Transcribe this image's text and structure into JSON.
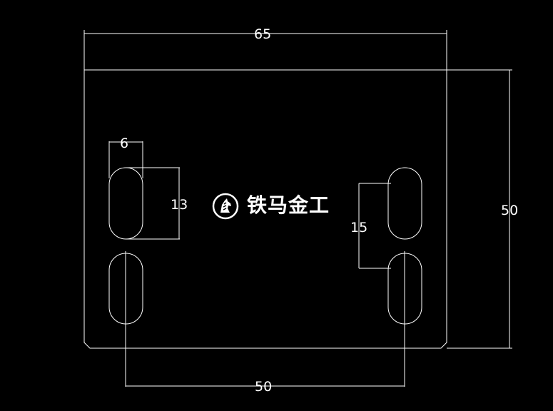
{
  "drawing": {
    "dimensions": {
      "overall_width": "65",
      "overall_height": "50",
      "slot_width": "6",
      "slot_length_left": "13",
      "slot_length_right": "15",
      "hole_spacing": "50"
    },
    "logo": {
      "text": "铁马金工"
    },
    "colors": {
      "background": "#000000",
      "line": "#ffffff"
    }
  }
}
